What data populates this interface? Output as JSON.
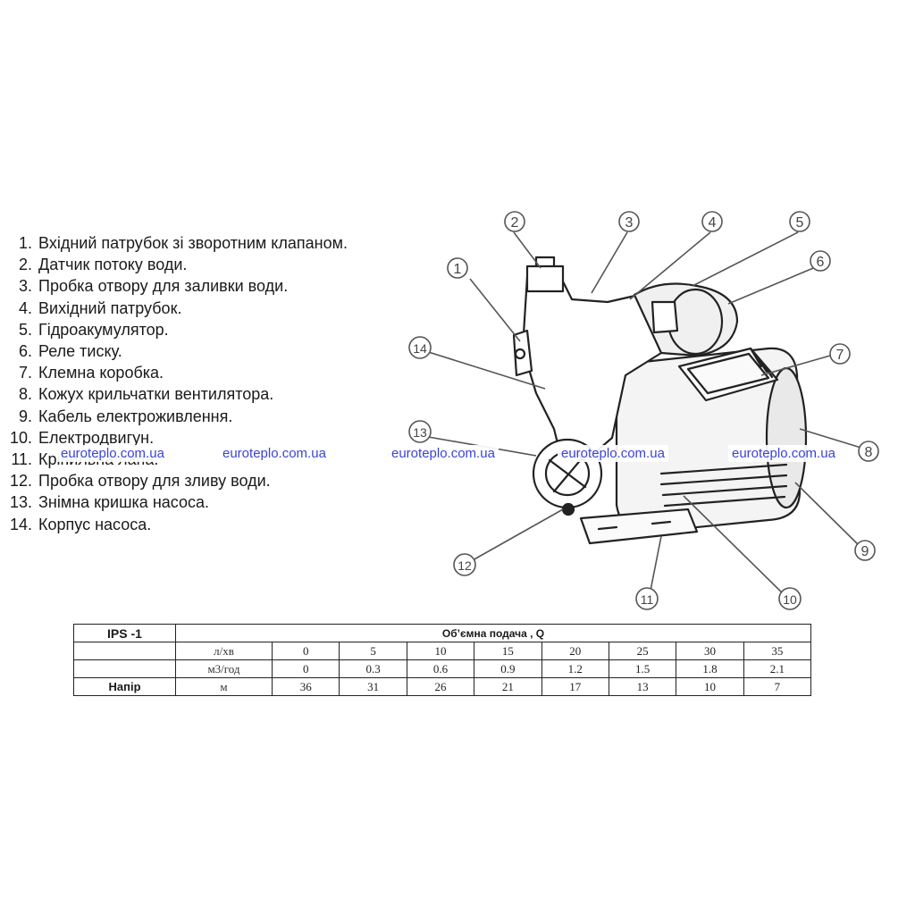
{
  "parts": [
    {
      "num": "1.",
      "label": "Вхідний патрубок зі зворотним клапаном."
    },
    {
      "num": "2.",
      "label": "Датчик потоку води."
    },
    {
      "num": "3.",
      "label": "Пробка отвору для заливки води."
    },
    {
      "num": "4.",
      "label": "Вихідний патрубок."
    },
    {
      "num": "5.",
      "label": "Гідроакумулятор."
    },
    {
      "num": "6.",
      "label": "Реле тиску."
    },
    {
      "num": "7.",
      "label": "Клемна коробка."
    },
    {
      "num": "8.",
      "label": "Кожух крильчатки вентилятора."
    },
    {
      "num": "9.",
      "label": "Кабель електроживлення."
    },
    {
      "num": "10.",
      "label": "Електродвигун."
    },
    {
      "num": "11.",
      "label": "Кріпильна лапа."
    },
    {
      "num": "12.",
      "label": "Пробка отвору для зливу води."
    },
    {
      "num": "13.",
      "label": "Знімна кришка насоса."
    },
    {
      "num": "14.",
      "label": "Корпус насоса."
    }
  ],
  "watermarks": [
    "euroteplo.com.ua",
    "euroteplo.com.ua",
    "euroteplo.com.ua",
    "euroteplo.com.ua",
    "euroteplo.com.ua"
  ],
  "callouts": [
    "1",
    "2",
    "3",
    "4",
    "5",
    "6",
    "7",
    "8",
    "9",
    "10",
    "11",
    "12",
    "13",
    "14"
  ],
  "table": {
    "model": "IPS -1",
    "header": "Об’ємна подача ,     Q",
    "rows": [
      {
        "label": "",
        "unit": "л/хв",
        "values": [
          "0",
          "5",
          "10",
          "15",
          "20",
          "25",
          "30",
          "35"
        ]
      },
      {
        "label": "",
        "unit": "м3/год",
        "values": [
          "0",
          "0.3",
          "0.6",
          "0.9",
          "1.2",
          "1.5",
          "1.8",
          "2.1"
        ]
      },
      {
        "label": "Напір",
        "unit": "м",
        "values": [
          "36",
          "31",
          "26",
          "21",
          "17",
          "13",
          "10",
          "7"
        ]
      }
    ]
  }
}
